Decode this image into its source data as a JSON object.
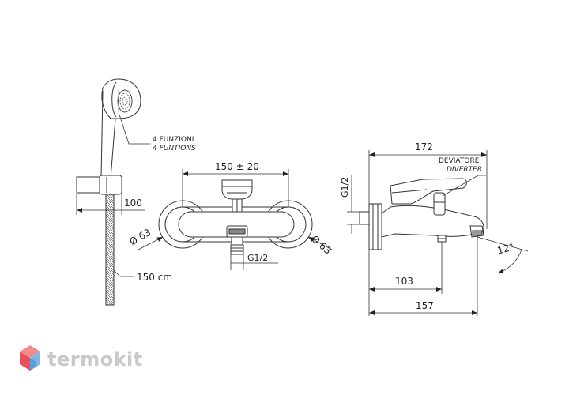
{
  "annotations": {
    "functions_it": "4 FUNZIONI",
    "functions_en": "4 FUNTIONS",
    "dim_100": "100",
    "hose_length": "150 cm",
    "dim_150_20": "150 ± 20",
    "dia_left": "Ø 63",
    "dia_right": "Ø 63",
    "thread_front": "G1/2",
    "thread_side": "G1/2",
    "dim_172": "172",
    "diverter_it": "DEVIATORE",
    "diverter_en": "DIVERTER",
    "dim_103": "103",
    "dim_157": "157",
    "angle": "12°"
  },
  "brand": {
    "name": "termokit",
    "colors": [
      "#e9505a",
      "#f08c8f",
      "#7fb8e6",
      "#3a8fd9"
    ]
  }
}
